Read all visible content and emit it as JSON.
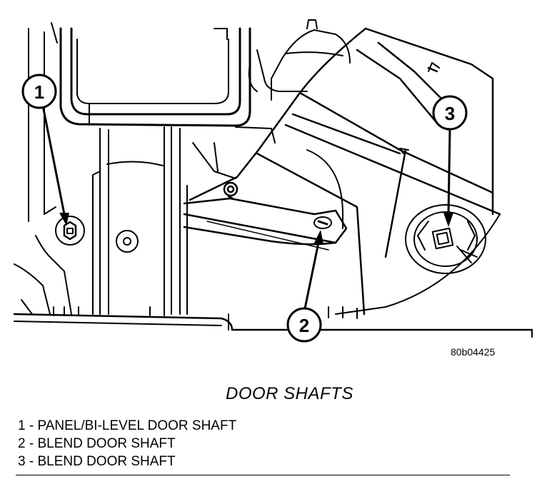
{
  "figure": {
    "id": "80b04425",
    "caption": "DOOR SHAFTS"
  },
  "callouts": [
    {
      "number": "1"
    },
    {
      "number": "2"
    },
    {
      "number": "3"
    }
  ],
  "legend": [
    {
      "text": "1 - PANEL/BI-LEVEL DOOR SHAFT"
    },
    {
      "text": "2 - BLEND DOOR SHAFT"
    },
    {
      "text": "3 - BLEND DOOR SHAFT"
    }
  ],
  "colors": {
    "line": "#000000",
    "background": "#ffffff"
  }
}
